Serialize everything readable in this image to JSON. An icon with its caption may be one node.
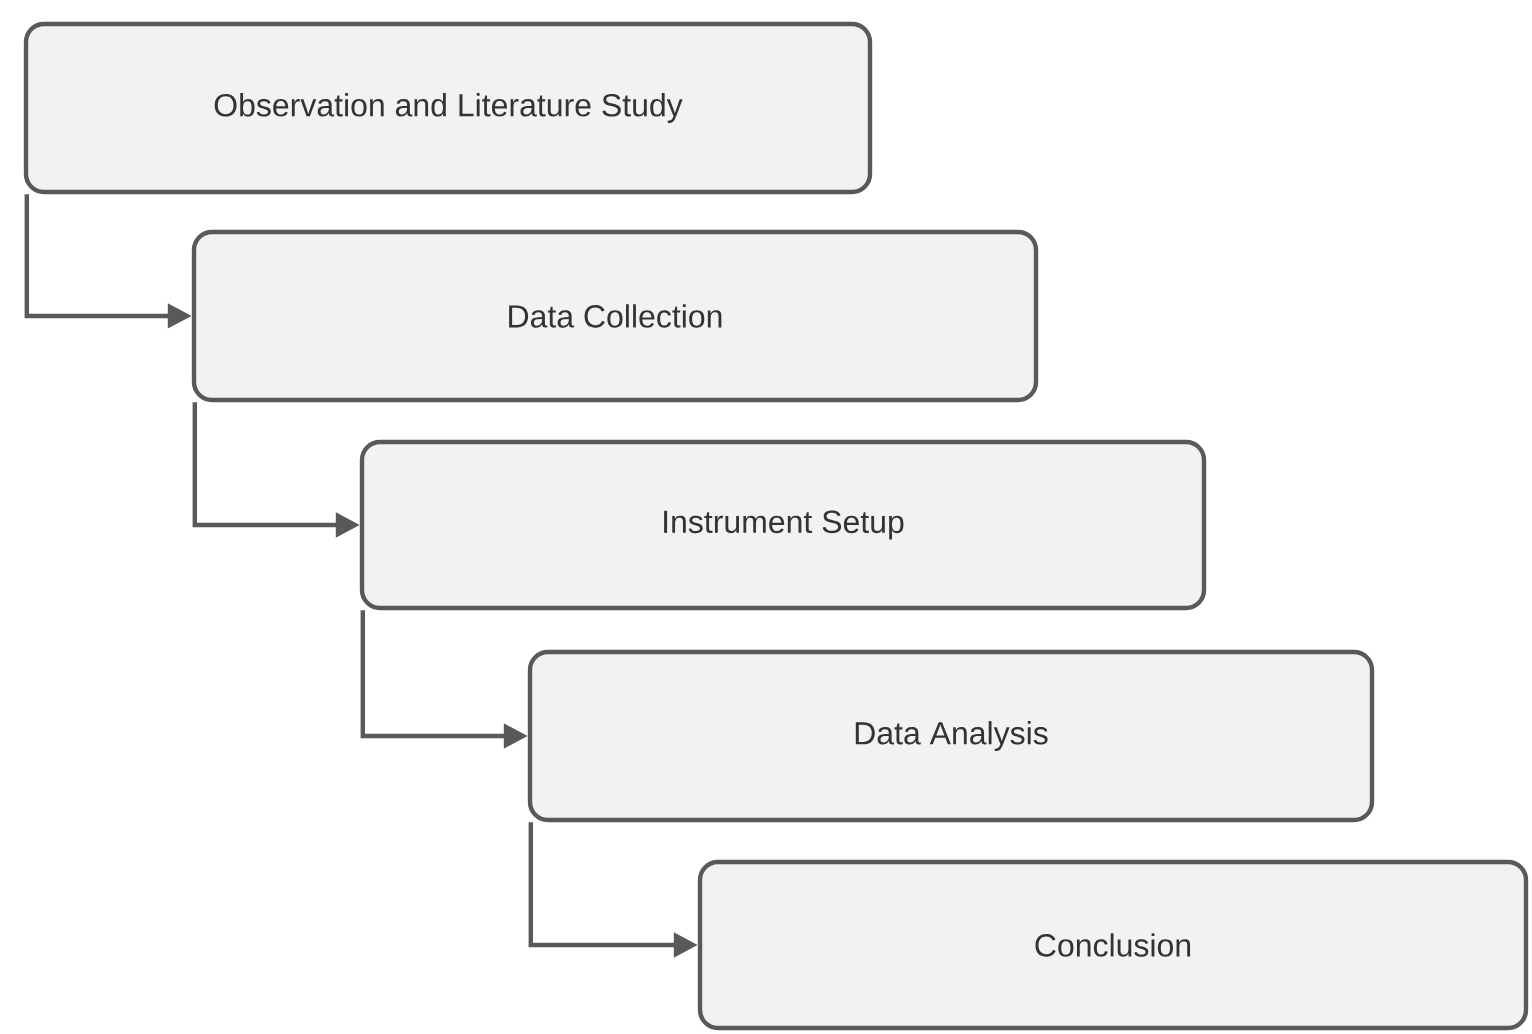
{
  "diagram": {
    "nodes": [
      {
        "text": [
          "Observation and Literature Study"
        ]
      },
      {
        "text": [
          "Data Collection"
        ]
      },
      {
        "text": [
          "Instrument Setup"
        ]
      },
      {
        "text": [
          "Data Analysis"
        ]
      },
      {
        "text": [
          "Conclusion"
        ]
      }
    ],
    "edges": [
      {
        "from": 0,
        "to": 1,
        "arrow": "to"
      },
      {
        "from": 1,
        "to": 2,
        "arrow": "to"
      },
      {
        "from": 2,
        "to": 3,
        "arrow": "to"
      },
      {
        "from": 3,
        "to": 4,
        "arrow": "to"
      }
    ]
  }
}
